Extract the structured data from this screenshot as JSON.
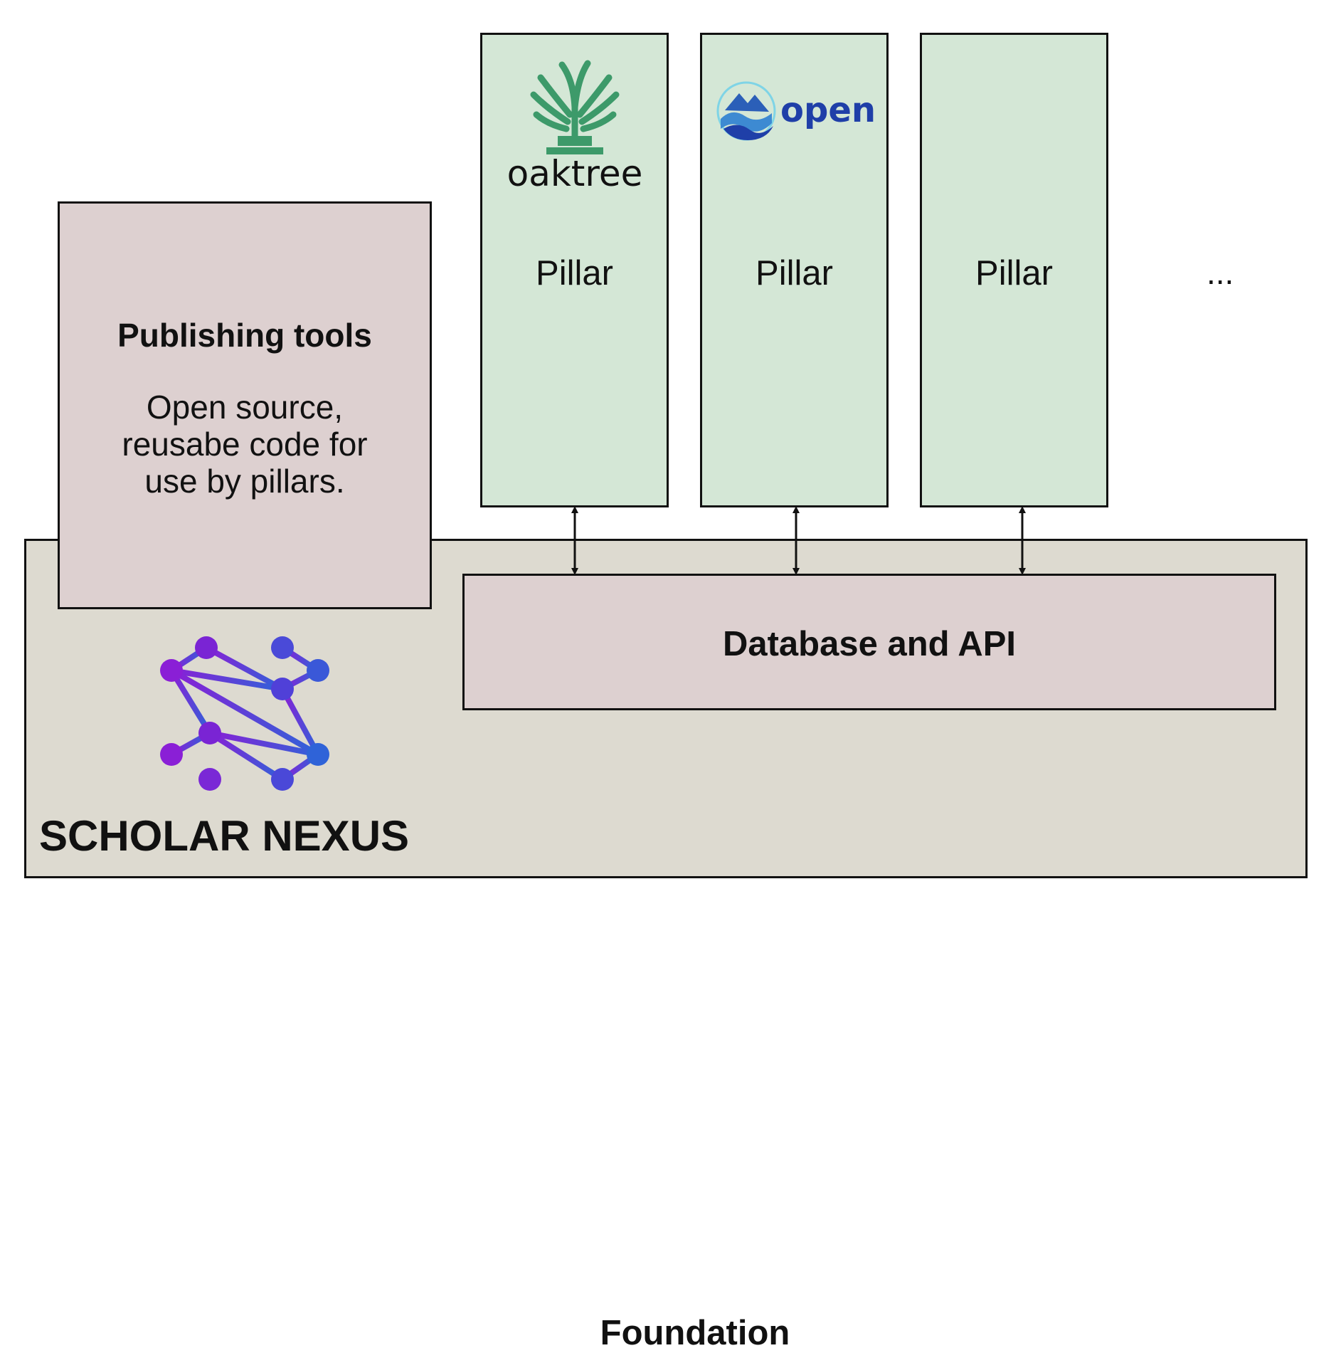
{
  "foundation": {
    "label": "Foundation"
  },
  "publishing_tools": {
    "title": "Publishing tools",
    "description": "Open source, reusabe code for use by pillars."
  },
  "database": {
    "label": "Database and API"
  },
  "pillars": [
    {
      "label": "Pillar",
      "logo_text": "oaktree",
      "logo_icon": "oak-tree-icon",
      "logo_color": "#3d9a6a"
    },
    {
      "label": "Pillar",
      "logo_text": "open",
      "logo_icon": "open-waves-icon",
      "logo_color": "#1f3fa8"
    },
    {
      "label": "Pillar"
    }
  ],
  "more_pillars": "...",
  "brand": {
    "name": "SCHOLAR NEXUS",
    "icon": "network-graph-icon",
    "gradient_start": "#8a1fd6",
    "gradient_end": "#2f63d8"
  },
  "colors": {
    "foundation_fill": "#dddad0",
    "tools_fill": "#ddd0d0",
    "pillar_fill": "#d4e7d6"
  }
}
